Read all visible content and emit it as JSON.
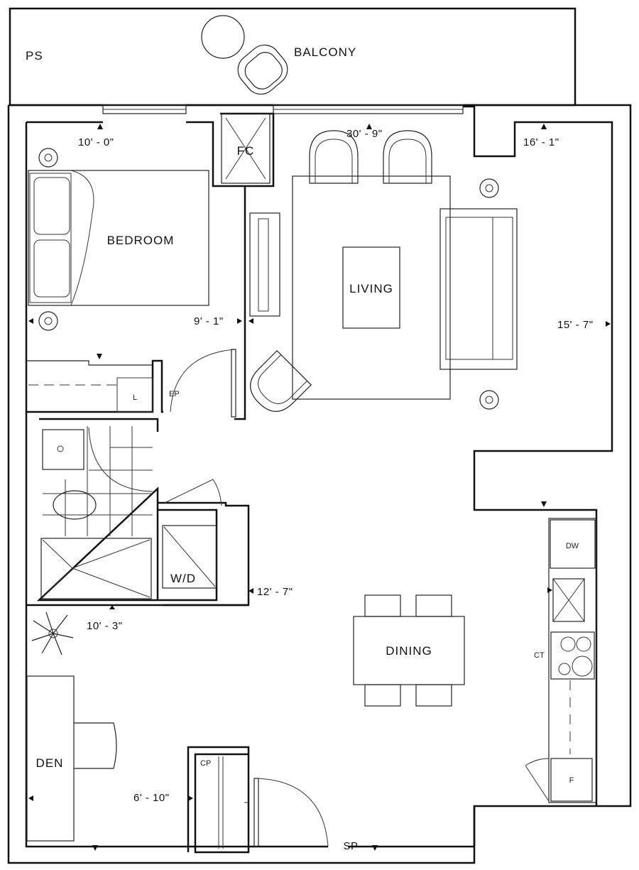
{
  "rooms": {
    "balcony": "BALCONY",
    "ps": "PS",
    "bedroom": "BEDROOM",
    "living": "LIVING",
    "dining": "DINING",
    "den": "DEN",
    "fc": "FC",
    "ep": "EP",
    "l": "L",
    "wd": "W/D",
    "dw": "DW",
    "ct": "CT",
    "f": "F",
    "cp": "CP",
    "sp": "SP"
  },
  "dimensions": {
    "bedroom_width": "10' - 0\"",
    "overall_width": "30' - 9\"",
    "living_notch": "16' - 1\"",
    "bedroom_depth": "9' - 1\"",
    "living_depth": "15' - 7\"",
    "bath_depth": "12' - 7\"",
    "den_width": "10' - 3\"",
    "den_depth": "6' - 10\""
  }
}
